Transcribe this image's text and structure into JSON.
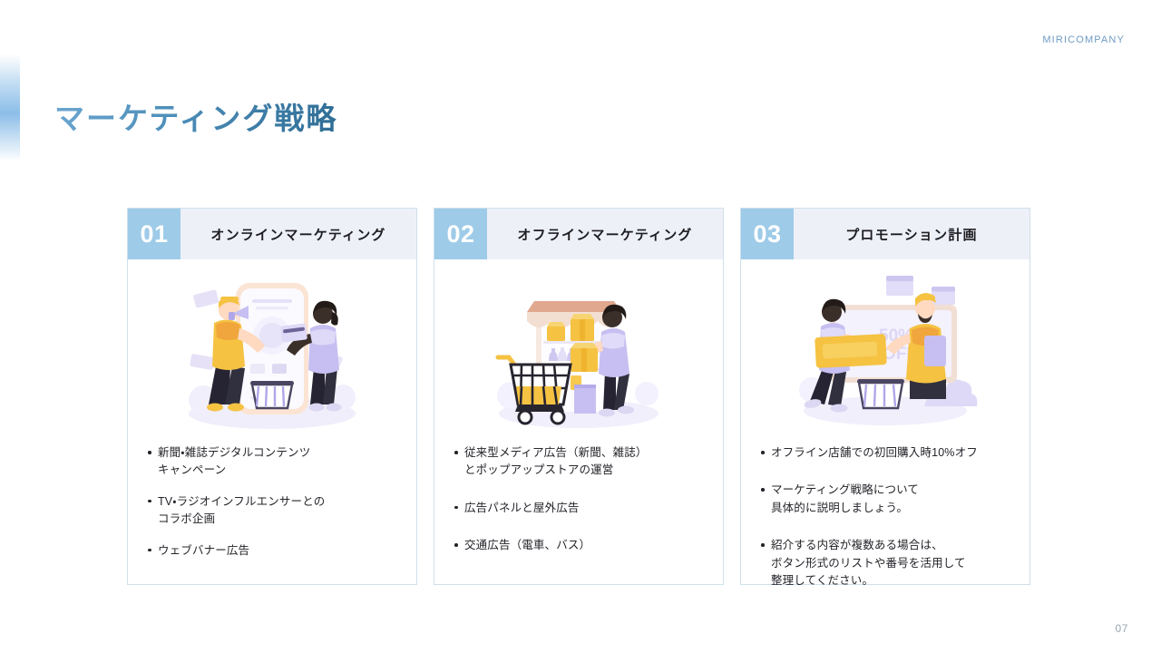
{
  "brand": {
    "name": "MIRICOMPANY"
  },
  "slide": {
    "title": "マーケティング戦略",
    "page_number": "07"
  },
  "colors": {
    "title_gradient_start": "#6aa6d0",
    "title_gradient_end": "#2f6d95",
    "badge_bg": "#9ecbe8",
    "header_bg": "#eef0f8",
    "card_border": "#cfe0ec",
    "brand_text": "#6f9bc4",
    "page_number_text": "#9aa5b1",
    "illustration_accent_yellow": "#f5c242",
    "illustration_accent_purple": "#b7b0e8"
  },
  "cards": [
    {
      "number": "01",
      "title": "オンラインマーケティング",
      "illustration": "online-shopping-illustration",
      "bullets": [
        [
          "新聞・雑誌デジタルコンテンツ",
          "キャンペーン"
        ],
        [
          "TV・ラジオインフルエンサーとの",
          "コラボ企画"
        ],
        [
          "ウェブバナー広告"
        ]
      ]
    },
    {
      "number": "02",
      "title": "オフラインマーケティング",
      "illustration": "retail-store-illustration",
      "bullets": [
        [
          "従来型メディア広告（新聞、雑誌）",
          "とポップアップストアの運営"
        ],
        [
          "広告パネルと屋外広告"
        ],
        [
          "交通広告（電車、バス）"
        ]
      ]
    },
    {
      "number": "03",
      "title": "プロモーション計画",
      "illustration": "promotion-banner-illustration",
      "bullets": [
        [
          "オフライン店舗での初回購入時10%オフ"
        ],
        [
          "マーケティング戦略について",
          "具体的に説明しましょう。"
        ],
        [
          "紹介する内容が複数ある場合は、",
          "ボタン形式のリストや番号を活用して",
          "整理してください。"
        ]
      ]
    }
  ]
}
